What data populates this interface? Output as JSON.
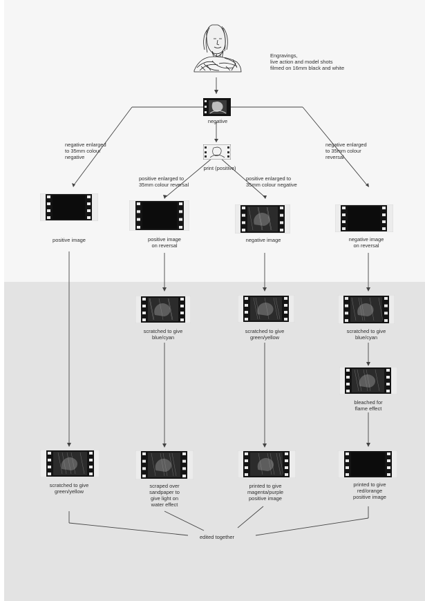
{
  "source": {
    "illustration": "engraving-figure",
    "text": [
      "Engravings,",
      "live action and model shots",
      "filmed on 16mm black and white"
    ]
  },
  "nodes": {
    "negative": "negative",
    "print": "print (positive)",
    "branch_left": [
      "negative enlarged",
      "to 35mm colour",
      "negative"
    ],
    "branch_right": [
      "negative enlarged",
      "to 35mm colour",
      "reversal"
    ],
    "branch_mid_left": [
      "positive enlarged to",
      "35mm colour reversal"
    ],
    "branch_mid_right": [
      "positive enlarged to",
      "35mm colour negative"
    ],
    "col1_a": [
      "positive image"
    ],
    "col2_a": [
      "positive image",
      "on reversal"
    ],
    "col3_a": [
      "negative image"
    ],
    "col4_a": [
      "negative image",
      "on reversal"
    ],
    "col2_b": [
      "scratched to give",
      "blue/cyan"
    ],
    "col3_b": [
      "scratched to give",
      "green/yellow"
    ],
    "col4_b": [
      "scratched to give",
      "blue/cyan"
    ],
    "col4_c": [
      "bleached for",
      "flame effect"
    ],
    "col1_d": [
      "scratched to give",
      "green/yellow"
    ],
    "col2_d": [
      "scraped over",
      "sandpaper to",
      "give light on",
      "water effect"
    ],
    "col3_d": [
      "printed to give",
      "magenta/purple",
      "positive image"
    ],
    "col4_d": [
      "printed to give",
      "red/orange",
      "positive image"
    ],
    "final": "edited together"
  },
  "colors": {
    "film": "#141414",
    "sprocket_hole": "#e8e8e8",
    "line": "#444444"
  }
}
